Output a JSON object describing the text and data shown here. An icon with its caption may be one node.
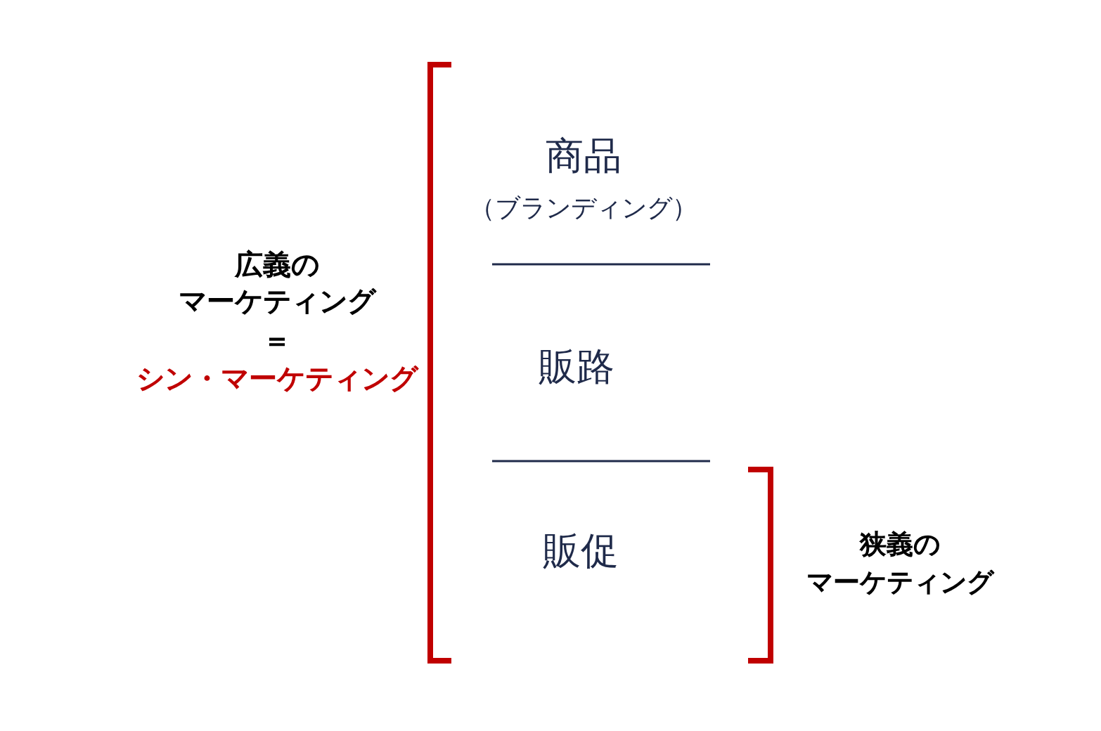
{
  "diagram": {
    "labels": [
      "広義の",
      "マーケティング",
      "＝",
      "シン・マーケティング",
      "商品",
      "（ブランディング）",
      "販路",
      "販促",
      "狭義の",
      "マーケティング"
    ]
  }
}
